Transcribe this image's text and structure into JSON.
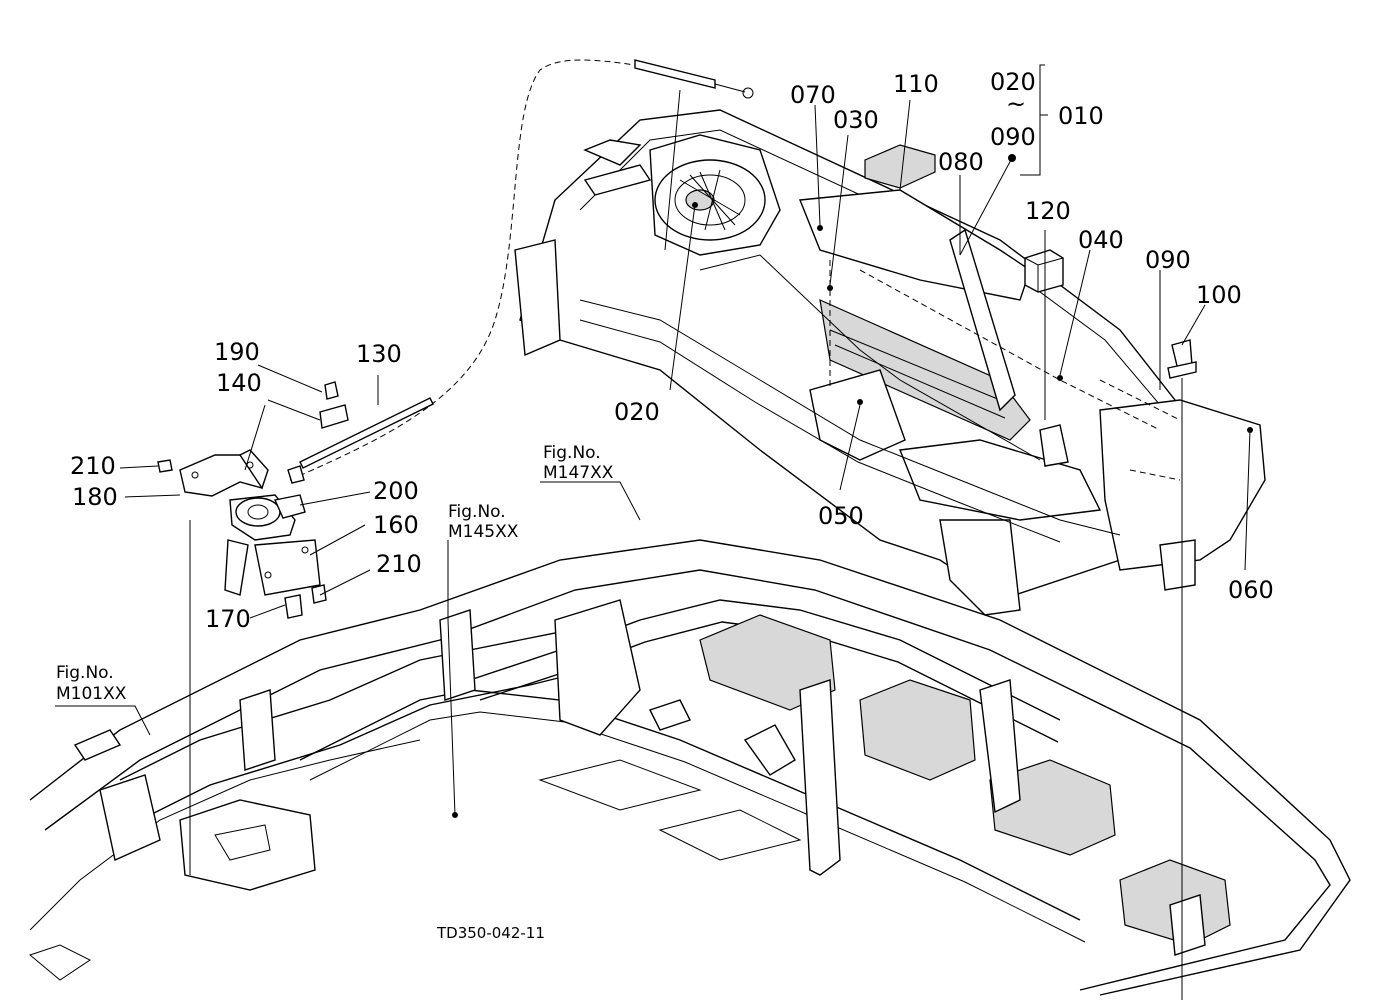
{
  "labels": {
    "p010": "010",
    "p020_top": "020",
    "tilde": "~",
    "p090_top": "090",
    "p020": "020",
    "p030": "030",
    "p040": "040",
    "p050": "050",
    "p060": "060",
    "p070": "070",
    "p080": "080",
    "p090": "090",
    "p100": "100",
    "p110": "110",
    "p120": "120",
    "p130": "130",
    "p140": "140",
    "p160": "160",
    "p170": "170",
    "p180": "180",
    "p190": "190",
    "p200": "200",
    "p210_a": "210",
    "p210_b": "210"
  },
  "fig_refs": {
    "m147_title": "Fig.No.",
    "m147_code": "M147XX",
    "m145_title": "Fig.No.",
    "m145_code": "M145XX",
    "m101_title": "Fig.No.",
    "m101_code": "M101XX"
  },
  "drawing_code": "TD350-042-11"
}
